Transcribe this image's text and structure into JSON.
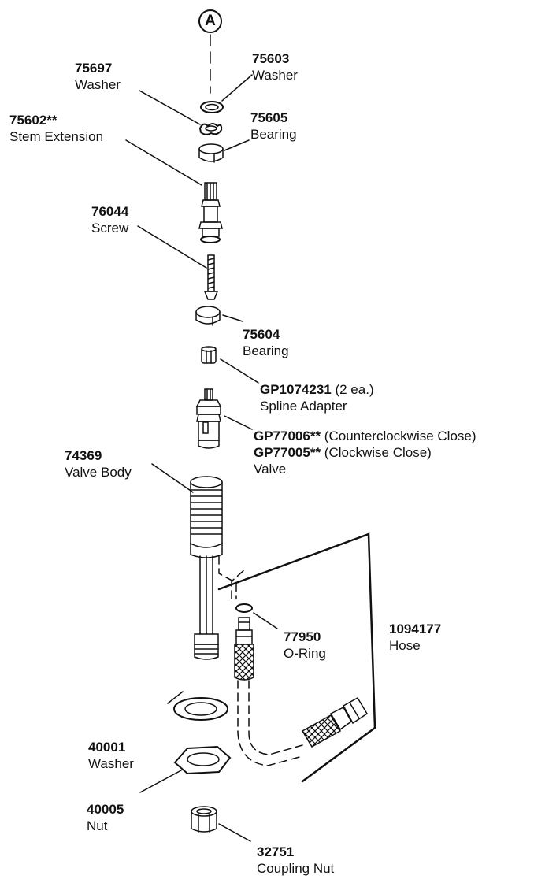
{
  "callout": "A",
  "parts": [
    {
      "id": "p75603",
      "number": "75603",
      "name": "Washer",
      "note": ""
    },
    {
      "id": "p75697",
      "number": "75697",
      "name": "Washer",
      "note": ""
    },
    {
      "id": "p75605",
      "number": "75605",
      "name": "Bearing",
      "note": ""
    },
    {
      "id": "p75602",
      "number": "75602**",
      "name": "Stem Extension",
      "note": ""
    },
    {
      "id": "p76044",
      "number": "76044",
      "name": "Screw",
      "note": ""
    },
    {
      "id": "p75604",
      "number": "75604",
      "name": "Bearing",
      "note": ""
    },
    {
      "id": "pgp1074231",
      "number": "GP1074231",
      "name": "Spline Adapter",
      "note": " (2 ea.)"
    },
    {
      "id": "pgp77006",
      "number": "GP77006**",
      "name": "",
      "note": " (Counterclockwise Close)"
    },
    {
      "id": "pgp77005",
      "number": "GP77005**",
      "name": "Valve",
      "note": " (Clockwise Close)"
    },
    {
      "id": "p74369",
      "number": "74369",
      "name": "Valve Body",
      "note": ""
    },
    {
      "id": "p77950",
      "number": "77950",
      "name": "O-Ring",
      "note": ""
    },
    {
      "id": "p1094177",
      "number": "1094177",
      "name": "Hose",
      "note": ""
    },
    {
      "id": "p40001",
      "number": "40001",
      "name": "Washer",
      "note": ""
    },
    {
      "id": "p40005",
      "number": "40005",
      "name": "Nut",
      "note": ""
    },
    {
      "id": "p32751",
      "number": "32751",
      "name": "Coupling Nut",
      "note": ""
    }
  ]
}
